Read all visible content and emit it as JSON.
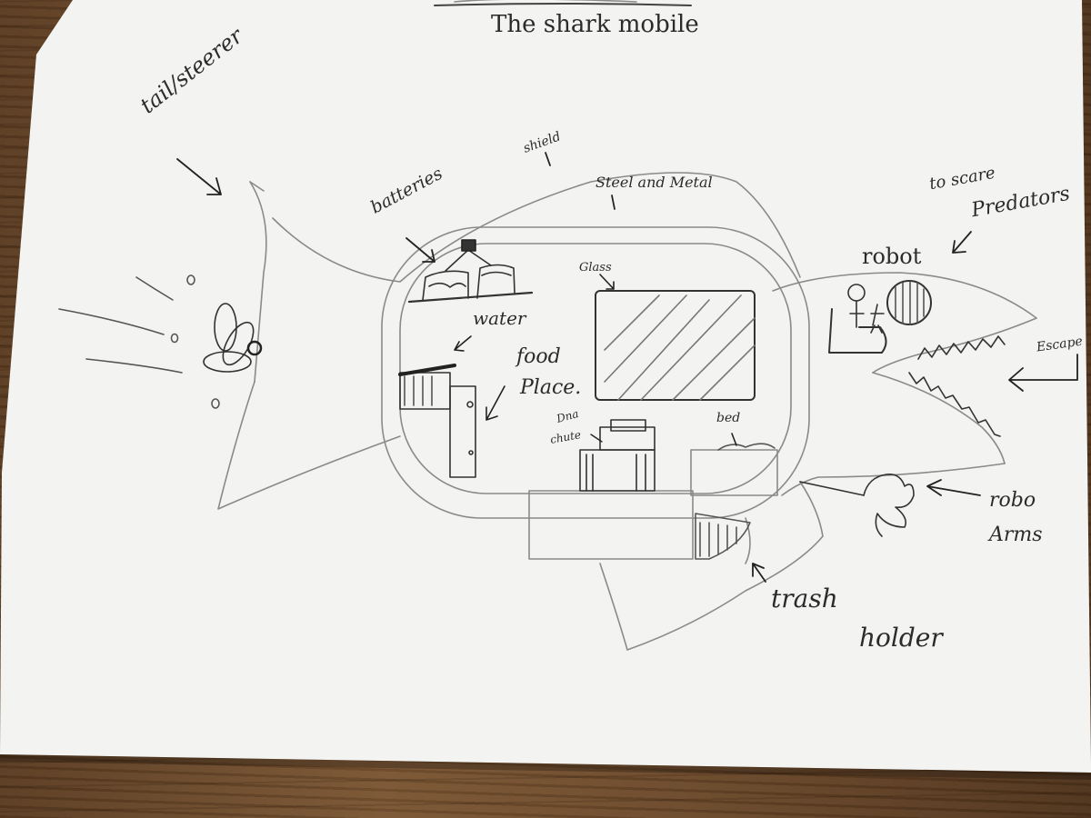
{
  "title": "The shark mobile",
  "labels": {
    "tail_steerer": "tail/steerer",
    "shield": "shield",
    "steel_metal": "Steel and Metal",
    "batteries": "batteries",
    "to_scare": "to scare",
    "predators": "Predators",
    "robot": "robot",
    "glass": "Glass",
    "water": "water",
    "food": "food",
    "place": "Place.",
    "dna": "Dna",
    "chute": "chute",
    "bed": "bed",
    "escape": "Escape",
    "robo": "robo",
    "arms": "Arms",
    "trash": "trash",
    "holder": "holder"
  },
  "colors": {
    "pencil": "#3a3a3a",
    "pencil_light": "#8a8a8a",
    "paper": "#f4f4f2",
    "wood": "#6b4a2b"
  }
}
